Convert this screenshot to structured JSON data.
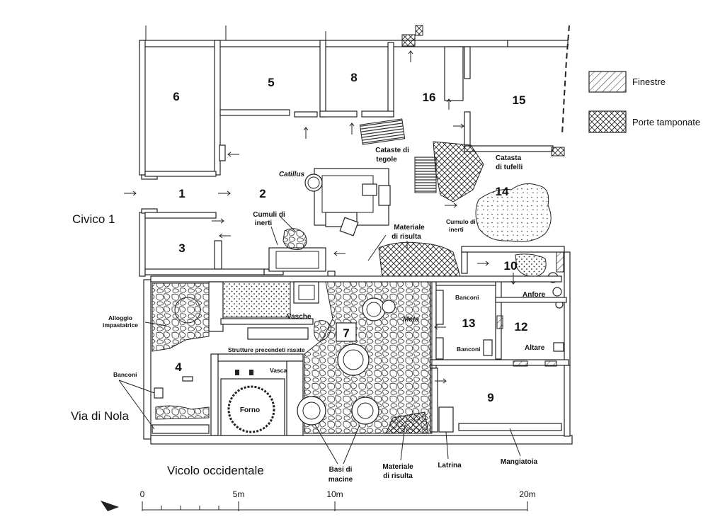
{
  "legend": {
    "windows": "Finestre",
    "blocked_doors": "Porte tamponate"
  },
  "streets": {
    "civico": "Civico 1",
    "via_nola": "Via di Nola",
    "vicolo": "Vicolo occidentale"
  },
  "rooms": [
    "1",
    "2",
    "3",
    "4",
    "5",
    "6",
    "7",
    "8",
    "9",
    "10",
    "12",
    "13",
    "14",
    "15",
    "16"
  ],
  "labels": {
    "catillus": "Catillus",
    "cumuli_inerti_1": "Cumuli di",
    "cumuli_inerti_2": "inerti",
    "cataste_tegole_1": "Cataste di",
    "cataste_tegole_2": "tegole",
    "catasta_tufelli_1": "Catasta",
    "catasta_tufelli_2": "di tufelli",
    "cumulo_inerti_1": "Cumulo di",
    "cumulo_inerti_2": "inerti",
    "materiale_risulta_top_1": "Materiale",
    "materiale_risulta_top_2": "di risulta",
    "alloggio_1": "Alloggio",
    "alloggio_2": "impastatrice",
    "vasche": "Vasche",
    "strutture": "Strutture precendeti rasate",
    "vasca": "Vasca",
    "forno": "Forno",
    "banconi_4": "Banconi",
    "meta": "Meta",
    "banconi_13_top": "Banconi",
    "banconi_13_bot": "Banconi",
    "anfore": "Anfore",
    "altare": "Altare",
    "basi_1": "Basi di",
    "basi_2": "macine",
    "materiale_risulta_bot_1": "Materiale",
    "materiale_risulta_bot_2": "di risulta",
    "latrina": "Latrina",
    "mangiatoia": "Mangiatoia"
  },
  "scale": {
    "ticks": [
      "0",
      "5m",
      "10m",
      "20m"
    ]
  }
}
